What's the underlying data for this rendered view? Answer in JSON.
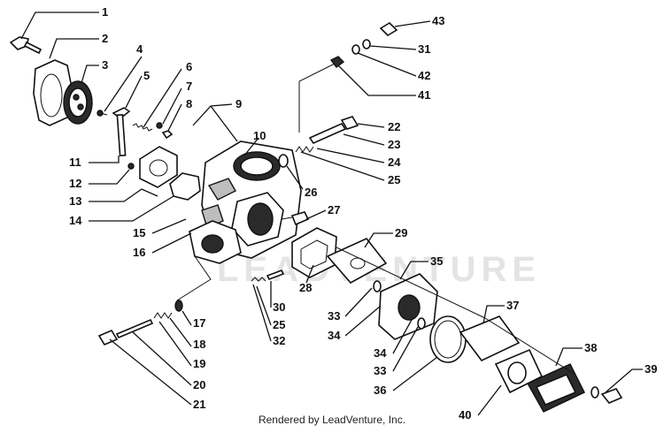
{
  "diagram": {
    "watermark": "LEADVENTURE",
    "footer": "Rendered by LeadVenture, Inc.",
    "callouts": [
      {
        "id": "c1",
        "label": "1"
      },
      {
        "id": "c2",
        "label": "2"
      },
      {
        "id": "c3",
        "label": "3"
      },
      {
        "id": "c4",
        "label": "4"
      },
      {
        "id": "c5",
        "label": "5"
      },
      {
        "id": "c6",
        "label": "6"
      },
      {
        "id": "c7",
        "label": "7"
      },
      {
        "id": "c8",
        "label": "8"
      },
      {
        "id": "c9",
        "label": "9"
      },
      {
        "id": "c10",
        "label": "10"
      },
      {
        "id": "c11",
        "label": "11"
      },
      {
        "id": "c12",
        "label": "12"
      },
      {
        "id": "c13",
        "label": "13"
      },
      {
        "id": "c14",
        "label": "14"
      },
      {
        "id": "c15",
        "label": "15"
      },
      {
        "id": "c16",
        "label": "16"
      },
      {
        "id": "c17",
        "label": "17"
      },
      {
        "id": "c18",
        "label": "18"
      },
      {
        "id": "c19",
        "label": "19"
      },
      {
        "id": "c20",
        "label": "20"
      },
      {
        "id": "c21",
        "label": "21"
      },
      {
        "id": "c22",
        "label": "22"
      },
      {
        "id": "c23",
        "label": "23"
      },
      {
        "id": "c24",
        "label": "24"
      },
      {
        "id": "c25a",
        "label": "25"
      },
      {
        "id": "c25b",
        "label": "25"
      },
      {
        "id": "c26",
        "label": "26"
      },
      {
        "id": "c27",
        "label": "27"
      },
      {
        "id": "c28",
        "label": "28"
      },
      {
        "id": "c29",
        "label": "29"
      },
      {
        "id": "c30",
        "label": "30"
      },
      {
        "id": "c31",
        "label": "31"
      },
      {
        "id": "c32",
        "label": "32"
      },
      {
        "id": "c33a",
        "label": "33"
      },
      {
        "id": "c33b",
        "label": "33"
      },
      {
        "id": "c34a",
        "label": "34"
      },
      {
        "id": "c34b",
        "label": "34"
      },
      {
        "id": "c35",
        "label": "35"
      },
      {
        "id": "c36",
        "label": "36"
      },
      {
        "id": "c37",
        "label": "37"
      },
      {
        "id": "c38",
        "label": "38"
      },
      {
        "id": "c39",
        "label": "39"
      },
      {
        "id": "c40",
        "label": "40"
      },
      {
        "id": "c41",
        "label": "41"
      },
      {
        "id": "c42",
        "label": "42"
      },
      {
        "id": "c43",
        "label": "43"
      }
    ]
  }
}
